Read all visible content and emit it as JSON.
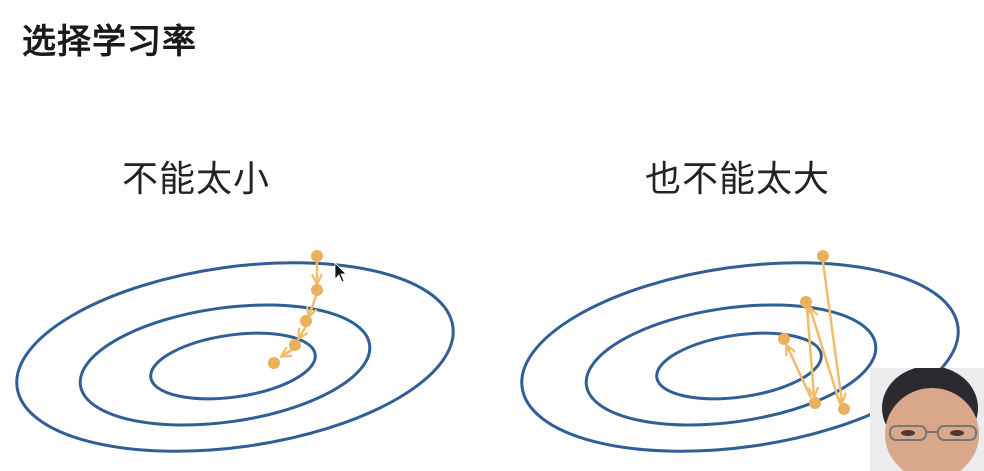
{
  "slide": {
    "title": "选择学习率",
    "left_caption": "不能太小",
    "right_caption": "也不能太大"
  },
  "colors": {
    "contour": "#2f5f95",
    "path": "#f0bd6a",
    "path_point": "#e9b15e",
    "text": "#1a1a1a"
  },
  "icons": {
    "cursor": "mouse-pointer-icon",
    "presenter": "presenter-webcam"
  }
}
